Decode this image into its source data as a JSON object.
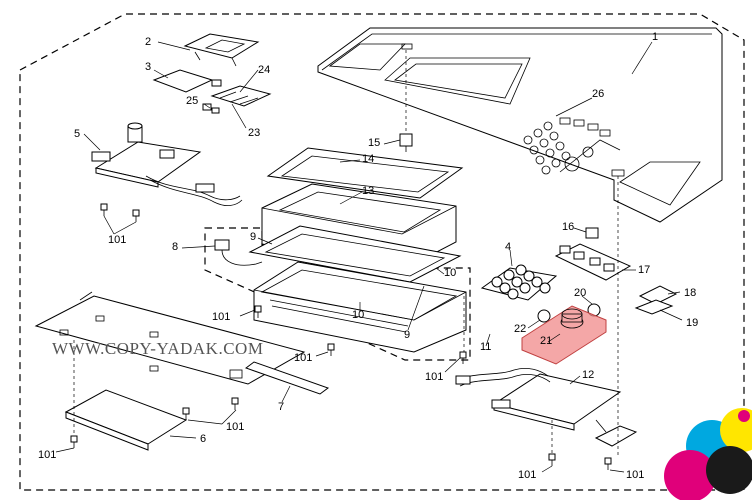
{
  "watermark": "WWW.COPY-YADAK.COM",
  "callouts": [
    {
      "id": "c1",
      "text": "1"
    },
    {
      "id": "c2",
      "text": "2"
    },
    {
      "id": "c3",
      "text": "3"
    },
    {
      "id": "c4",
      "text": "4"
    },
    {
      "id": "c5",
      "text": "5"
    },
    {
      "id": "c6",
      "text": "6"
    },
    {
      "id": "c7",
      "text": "7"
    },
    {
      "id": "c8",
      "text": "8"
    },
    {
      "id": "c9a",
      "text": "9"
    },
    {
      "id": "c9b",
      "text": "9"
    },
    {
      "id": "c10a",
      "text": "10"
    },
    {
      "id": "c10b",
      "text": "10"
    },
    {
      "id": "c11",
      "text": "11"
    },
    {
      "id": "c12",
      "text": "12"
    },
    {
      "id": "c13",
      "text": "13"
    },
    {
      "id": "c14",
      "text": "14"
    },
    {
      "id": "c15",
      "text": "15"
    },
    {
      "id": "c16",
      "text": "16"
    },
    {
      "id": "c17",
      "text": "17"
    },
    {
      "id": "c18",
      "text": "18"
    },
    {
      "id": "c19",
      "text": "19"
    },
    {
      "id": "c20",
      "text": "20"
    },
    {
      "id": "c21",
      "text": "21"
    },
    {
      "id": "c22",
      "text": "22"
    },
    {
      "id": "c23",
      "text": "23"
    },
    {
      "id": "c24",
      "text": "24"
    },
    {
      "id": "c25",
      "text": "25"
    },
    {
      "id": "c26",
      "text": "26"
    },
    {
      "id": "c101a",
      "text": "101"
    },
    {
      "id": "c101b",
      "text": "101"
    },
    {
      "id": "c101c",
      "text": "101"
    },
    {
      "id": "c101d",
      "text": "101"
    },
    {
      "id": "c101e",
      "text": "101"
    },
    {
      "id": "c101f",
      "text": "101"
    },
    {
      "id": "c101g",
      "text": "101"
    },
    {
      "id": "c101h",
      "text": "101"
    }
  ],
  "colors": {
    "highlight": "#f08a8a",
    "logo_cyan": "#00a8e0",
    "logo_magenta": "#e0007a",
    "logo_yellow": "#ffe600",
    "logo_black": "#1a1a1a"
  }
}
